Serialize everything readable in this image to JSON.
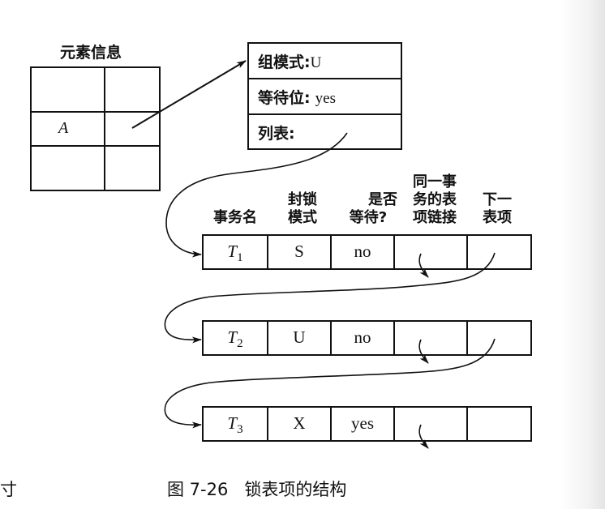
{
  "element_info": {
    "title": "元素信息",
    "cell_label": "A"
  },
  "group": {
    "rows": [
      {
        "label": "组模式:",
        "value": "U"
      },
      {
        "label": "等待位:",
        "value": "yes"
      },
      {
        "label": "列表:",
        "value": ""
      }
    ]
  },
  "lock_table": {
    "headers": [
      {
        "lines": [
          "",
          "",
          "事务名"
        ]
      },
      {
        "lines": [
          "",
          "封锁",
          "模式"
        ]
      },
      {
        "lines": [
          "",
          "是否",
          "等待?"
        ]
      },
      {
        "lines": [
          "同一事",
          "务的表",
          "项链接"
        ]
      },
      {
        "lines": [
          "",
          "下一",
          "表项"
        ]
      }
    ],
    "entries": [
      {
        "txn": "T",
        "txn_sub": "1",
        "mode": "S",
        "wait": "no"
      },
      {
        "txn": "T",
        "txn_sub": "2",
        "mode": "U",
        "wait": "no"
      },
      {
        "txn": "T",
        "txn_sub": "3",
        "mode": "X",
        "wait": "yes"
      }
    ]
  },
  "caption": {
    "figure_number": "图 7-26",
    "title": "锁表项的结构",
    "left_fragment": "寸"
  }
}
